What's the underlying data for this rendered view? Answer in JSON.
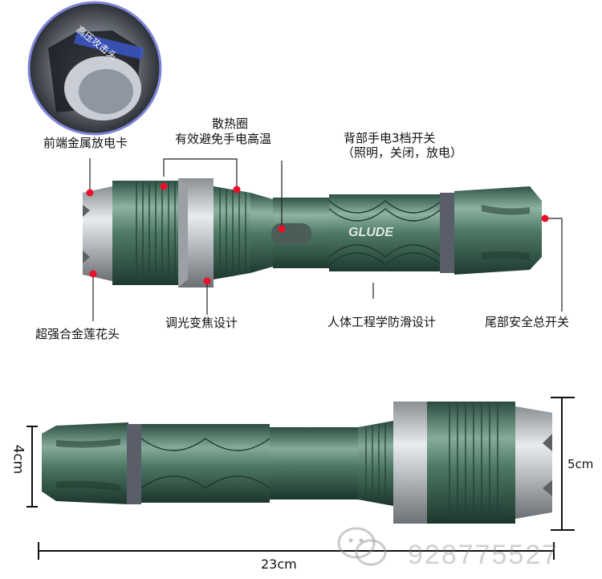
{
  "labels": {
    "front_card": "前端金属放电卡",
    "heatsink_title": "散热圈",
    "heatsink_desc": "有效避免手电高温",
    "switch_title": "背部手电3档开关",
    "switch_desc": "（照明，关闭，放电）",
    "zoom": "调光变焦设计",
    "lotus_head": "超强合金莲花头",
    "ergonomic": "人体工程学防滑设计",
    "tail_switch": "尾部安全总开关",
    "inset_tag": "高压攻击头",
    "brand": "GLUDE"
  },
  "dimensions": {
    "length": "23cm",
    "tail_diameter": "4cm",
    "head_diameter": "5cm"
  },
  "watermark": "928775527",
  "colors": {
    "body_green": "#4f7a66",
    "marker_red": "#e8102a",
    "inset_ring": "#7f86d8"
  }
}
